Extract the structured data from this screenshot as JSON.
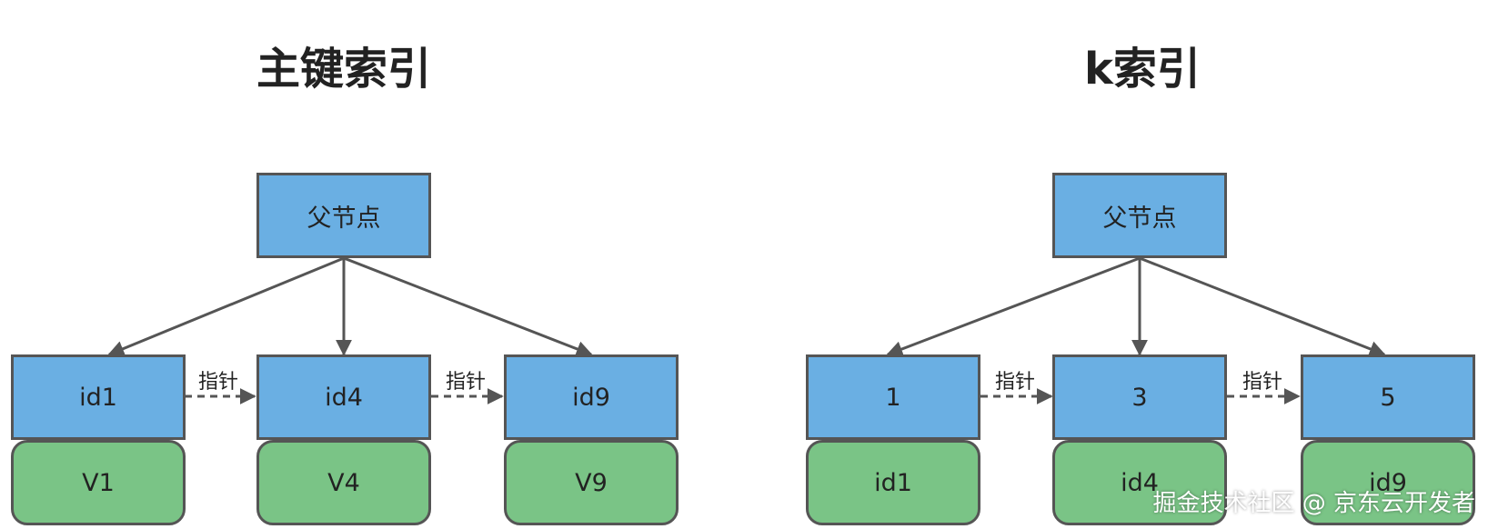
{
  "left_diagram": {
    "title": "主键索引",
    "parent": "父节点",
    "leaves": [
      "id1",
      "id4",
      "id9"
    ],
    "values": [
      "V1",
      "V4",
      "V9"
    ],
    "pointer_labels": [
      "指针",
      "指针"
    ]
  },
  "right_diagram": {
    "title": "k索引",
    "parent": "父节点",
    "leaves": [
      "1",
      "3",
      "5"
    ],
    "values": [
      "id1",
      "id4",
      "id9"
    ],
    "pointer_labels": [
      "指针",
      "指针"
    ]
  },
  "watermark": "掘金技术社区 @ 京东云开发者",
  "colors": {
    "node_blue": "#6aafe3",
    "value_green": "#7ac486",
    "border": "#555555"
  }
}
